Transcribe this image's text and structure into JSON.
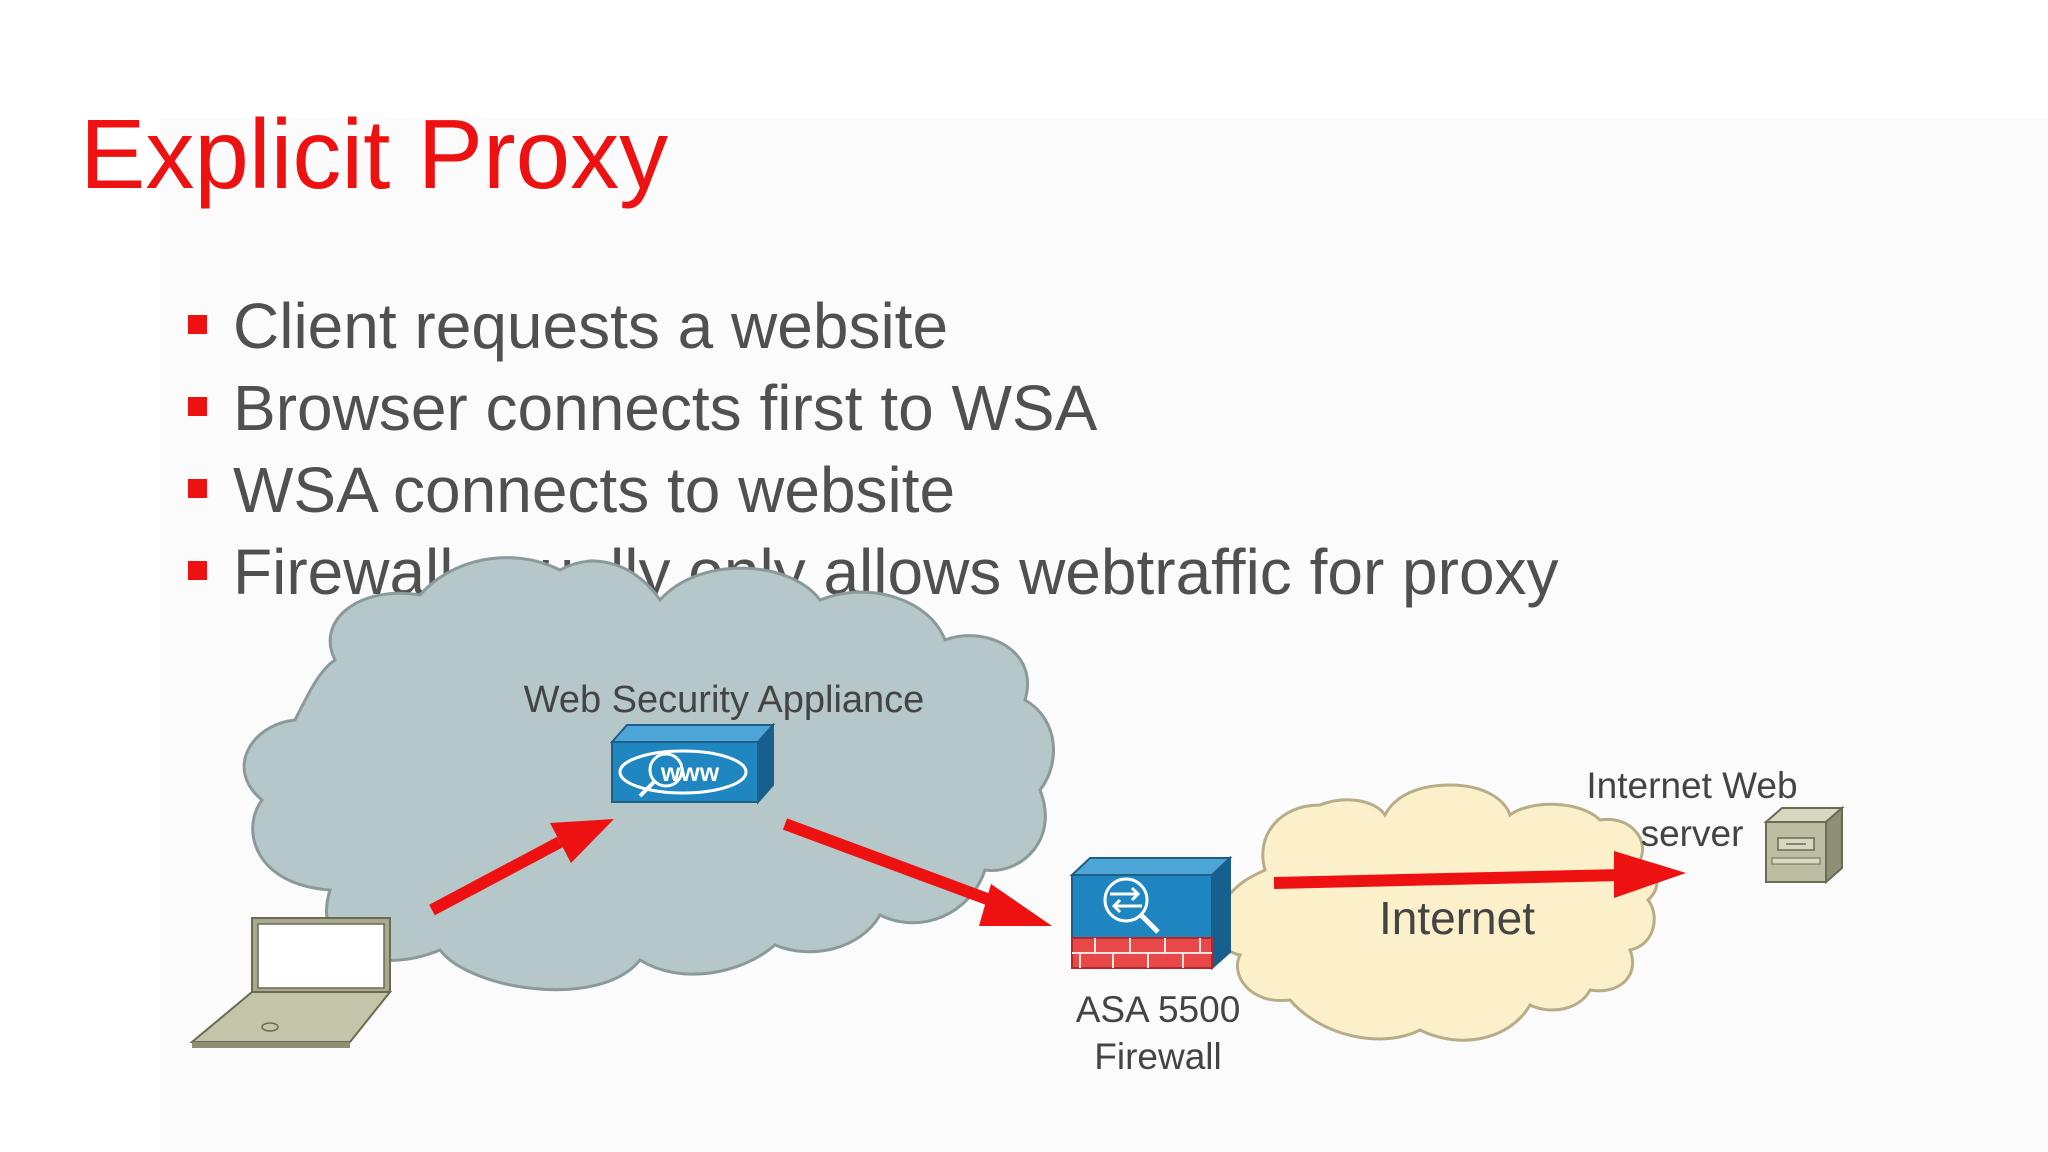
{
  "slide": {
    "title": "Explicit Proxy",
    "bullets": [
      "Client requests a website",
      "Browser connects first to WSA",
      "WSA connects to website",
      "Firewall usually only allows webtraffic for proxy"
    ]
  },
  "diagram": {
    "wsa_label": "Web Security Appliance",
    "wsa_icon_text": "www",
    "firewall_label_line1": "ASA 5500",
    "firewall_label_line2": "Firewall",
    "internet_cloud_label": "Internet",
    "webserver_label_line1": "Internet Web",
    "webserver_label_line2": "server"
  },
  "colors": {
    "title": "#ee1111",
    "bullet_text": "#505050",
    "arrow": "#ee1111",
    "lan_cloud": "#b5c7c8",
    "internet_cloud": "#fbf0c9",
    "device_blue": "#1c7eb5",
    "firewall_brick": "#e84848"
  }
}
